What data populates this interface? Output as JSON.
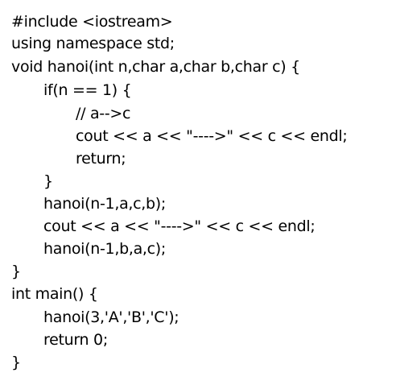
{
  "code": {
    "lines": [
      "#include <iostream>",
      "using namespace std;",
      "void hanoi(int n,char a,char b,char c) {",
      "if(n == 1) {",
      "// a-->c",
      "cout << a << \"---->\" << c << endl;",
      "return;",
      "}",
      "hanoi(n-1,a,c,b);",
      "cout << a << \"---->\" << c << endl;",
      "hanoi(n-1,b,a,c);",
      "}",
      "int main() {",
      "hanoi(3,'A','B','C');",
      "return 0;",
      "}"
    ]
  },
  "colors": {
    "background": "#ffffff",
    "text": "#000000"
  }
}
